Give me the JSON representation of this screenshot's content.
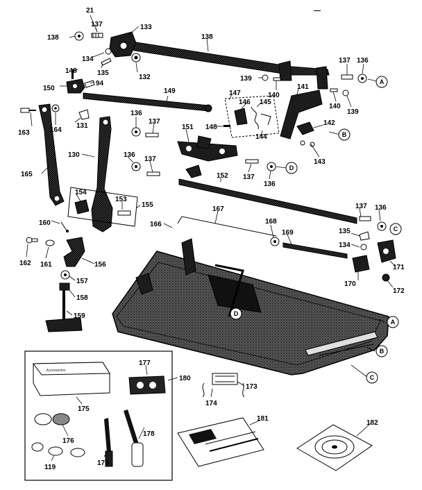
{
  "header": {
    "figure_number": "21",
    "corner_mark": "—"
  },
  "reference_letters": [
    "A",
    "B",
    "C",
    "D"
  ],
  "callouts": {
    "p21": "21",
    "p137a": "137",
    "p138a": "138",
    "p133": "133",
    "p134": "134",
    "p135": "135",
    "p132": "132",
    "p138b": "138",
    "p148": "148",
    "p94": "94",
    "p150": "150",
    "p137b": "137",
    "p136a": "136",
    "p139a": "139",
    "p140a": "140",
    "p140b": "140",
    "p139b": "139",
    "p141": "141",
    "p147": "147",
    "p146": "146",
    "p145": "145",
    "p148b": "148",
    "p144": "144",
    "p142": "142",
    "p143": "143",
    "p149": "149",
    "p163": "163",
    "p164": "164",
    "p131": "131",
    "p136b": "136",
    "p137c": "137",
    "p151": "151",
    "p165": "165",
    "p130": "130",
    "p136c": "136",
    "p137d": "137",
    "p152": "152",
    "p137e": "137",
    "p136d": "136",
    "p154": "154",
    "p153": "153",
    "p155": "155",
    "p137f": "137",
    "p136e": "136",
    "p167": "167",
    "p166": "166",
    "p160": "160",
    "p168": "168",
    "p135b": "135",
    "p169": "169",
    "p134b": "134",
    "p162": "162",
    "p161": "161",
    "p156": "156",
    "p171": "171",
    "p170": "170",
    "p172": "172",
    "p157": "157",
    "p158": "158",
    "p159": "159",
    "p177": "177",
    "p180": "180",
    "p173": "173",
    "p174": "174",
    "p175": "175",
    "p176": "176",
    "p178": "178",
    "p179": "179",
    "p119": "119",
    "p181": "181",
    "p182": "182"
  },
  "accessory_box": {
    "package_label": "Accessories"
  },
  "colors": {
    "ink": "#000000",
    "paper": "#ffffff",
    "dark_fill": "#1c1c1c"
  }
}
